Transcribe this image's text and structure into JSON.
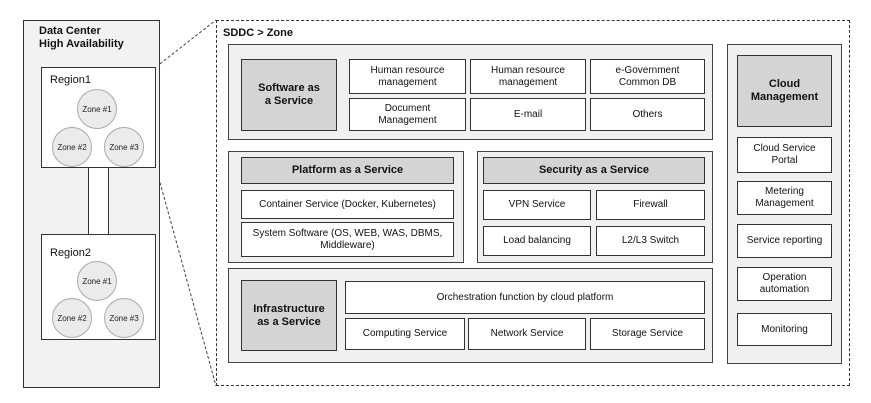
{
  "left_panel": {
    "title_line1": "Data Center",
    "title_line2": "High Availability",
    "region1": {
      "label": "Region1",
      "zones": [
        "Zone #1",
        "Zone #2",
        "Zone #3"
      ]
    },
    "region2": {
      "label": "Region2",
      "zones": [
        "Zone #1",
        "Zone #2",
        "Zone #3"
      ]
    }
  },
  "main": {
    "title": "SDDC > Zone",
    "saas": {
      "label": "Software as a Service",
      "items": [
        "Human resource management",
        "Human resource management",
        "e-Government Common DB",
        "Document Management",
        "E-mail",
        "Others"
      ]
    },
    "paas": {
      "label": "Platform as a Service",
      "items": [
        "Container Service (Docker, Kubernetes)",
        "System Software (OS, WEB, WAS, DBMS, Middleware)"
      ]
    },
    "secaas": {
      "label": "Security as a Service",
      "items": [
        "VPN Service",
        "Firewall",
        "Load balancing",
        "L2/L3 Switch"
      ]
    },
    "iaas": {
      "label": "Infrastructure as a Service",
      "orchestration": "Orchestration function by cloud platform",
      "items": [
        "Computing Service",
        "Network Service",
        "Storage Service"
      ]
    },
    "cloud_management": {
      "label": "Cloud Management",
      "items": [
        "Cloud Service Portal",
        "Metering Management",
        "Service reporting",
        "Operation automation",
        "Monitoring"
      ]
    }
  }
}
